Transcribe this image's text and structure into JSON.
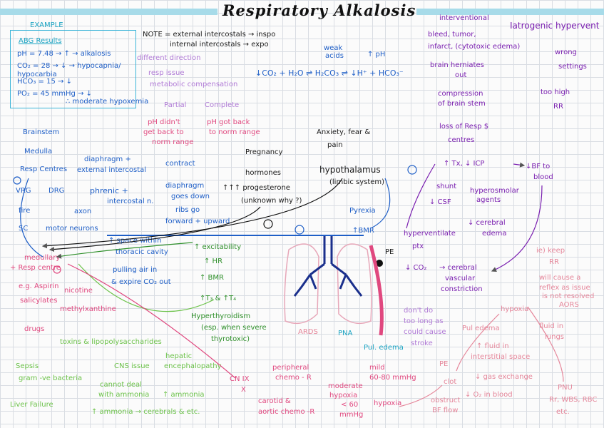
{
  "title": "Respiratory Alkalosis",
  "example": {
    "heading": "EXAMPLE",
    "sub": "ABG Results",
    "ph": "pH = 7.48 → ↑ → alkalosis",
    "co2": "CO₂ = 28 → ↓ → hypocapnia/ hypocarbia",
    "hco3": "HCO₃ = 15 → ↓",
    "po2": "PO₂ = 45 mmHg → ↓",
    "hypox": "∴ moderate hypoxemia"
  },
  "compensation": {
    "diff_dir": "different direction",
    "resp_issue": "resp issue",
    "metabolic": "metabolic compensation",
    "partial": "Partial",
    "complete": "Complete",
    "p1": "pH didn't",
    "p2": "get back to",
    "p3": "norm range",
    "c1": "pH got back",
    "c2": "to norm range"
  },
  "note": {
    "line1": "NOTE = external intercostals → inspo",
    "line2": "internal intercostals → expo"
  },
  "equation": {
    "weak1": "weak",
    "weak2": "acids",
    "ph": "↑ pH",
    "eq": "↓CO₂ + H₂O ⇌ H₂CO₃ ⇌ ↓H⁺ + HCO₃⁻"
  },
  "brainstem": {
    "brainstem": "Brainstem",
    "medulla": "Medulla",
    "resp_centres": "Resp Centres",
    "vrg": "VRG",
    "drg": "DRG",
    "fire": "fire",
    "sc": "SC",
    "motor": "motor neurons",
    "axon": "axon",
    "phrenic": "phrenic +",
    "intercostal_n": "intercostal n.",
    "diaphragm": "diaphragm +",
    "ext_ic": "external intercostal",
    "contract": "contract",
    "diaph2": "diaphragm",
    "goes_down": "goes down",
    "ribs": "ribs go",
    "forward": "forward + upward",
    "space": "↑ space within",
    "thoracic": "thoracic cavity",
    "pulling": "pulling air in",
    "expire": "& expire CO₂ out"
  },
  "pregnancy": {
    "preg": "Pregnancy",
    "hormones": "hormones",
    "prog": "↑↑↑ progesterone",
    "why": "(unknown why ?)"
  },
  "anxiety": {
    "anx": "Anxiety, fear &",
    "pain": "pain",
    "hypo": "hypothalamus",
    "limbic": "(limbic system)",
    "pyrexia": "Pyrexia",
    "bmr": "↑BMR"
  },
  "thyroid": {
    "exc": "↑ excitability",
    "hr": "↑ HR",
    "bmr": "↑ BMR",
    "t3t4": "↑T₃ & ↑T₄",
    "hyper": "Hyperthyroidism",
    "esp": "(esp. when severe",
    "storm": "thyrotoxic)"
  },
  "lungs": {
    "ards": "ARDS",
    "pna": "PNA",
    "pe": "PE",
    "pulm": "Pul. edema"
  },
  "iatrogenic": {
    "interventional": "interventional",
    "iat": "Iatrogenic hypervent",
    "bleed": "bleed, tumor,",
    "infarct": "infarct, (cytotoxic edema)",
    "brain": "brain herniates",
    "out": "out",
    "compression": "compression",
    "of_bs": "of brain stem",
    "loss": "loss of Resp $",
    "centres": "centres",
    "tx": "↑ Tx, ↓ ICP",
    "bf": "↓BF to",
    "blood": "blood",
    "shunt": "shunt",
    "csf": "↓ CSF",
    "hyperosm": "hyperosmolar",
    "agents": "agents",
    "cerebral": "↓ cerebral",
    "edema": "edema",
    "wrong": "wrong",
    "settings": "settings",
    "high": "too high",
    "rr": "RR"
  },
  "hypervent": {
    "hv": "hyperventilate",
    "ptx": "ptx",
    "co2": "↓ CO₂",
    "cv": "→ cerebral",
    "vasc": "vascular",
    "constr": "constriction",
    "dont": "don't do",
    "too_long": "too long as",
    "could": "could cause",
    "stroke": "stroke"
  },
  "hypoxia": {
    "ie": "ie) keep",
    "rr": "RR",
    "will": "will cause a",
    "reflex": "reflex as issue",
    "not": "is not resolved",
    "aors": "AORS",
    "hypoxia": "hypoxia",
    "puledema": "Pul edema",
    "fluid": "fluid in",
    "lungs": "lungs",
    "fluid2": "↑ fluid in",
    "interstitial": "interstitial space",
    "pe": "PE",
    "gas": "↓ gas exchange",
    "clot": "clot",
    "o2": "↓ O₂ in blood",
    "obstruct": "obstruct",
    "bf": "BF flow",
    "pnu": "PNU",
    "rr2": "Rr, WBS, RBC",
    "etc": "etc."
  },
  "drugs": {
    "medullary": "medullary",
    "resp_centre": "+ Resp centre",
    "eg": "e.g. Aspirin",
    "salicylates": "salicylates",
    "nicotine": "nicotine",
    "methyl": "methylxanthine",
    "drugs": "drugs",
    "toxins": "toxins & lipopolysaccharides",
    "sepsis": "Sepsis",
    "gram": "gram -ve bacteria",
    "cns": "CNS issue",
    "cannot": "cannot deal",
    "ammonia": "with ammonia",
    "liver": "Liver Failure",
    "sr": "↑ ammonia",
    "ammo": "↑ ammonia → cerebrals & etc.",
    "hepatic": "hepatic",
    "enceph": "encephalopathy",
    "cn": "CN IX",
    "cn2": "X",
    "peripheral": "peripheral",
    "chemo": "chemo - R",
    "carotid": "carotid &",
    "aortic": "aortic chemo -R",
    "moderate": "moderate",
    "hypox": "hypoxia",
    "lt60": "< 60",
    "mmhg": "mmHg",
    "mild": "mild",
    "mild2": "60-80 mmHg",
    "hypoxia": "hypoxia"
  }
}
